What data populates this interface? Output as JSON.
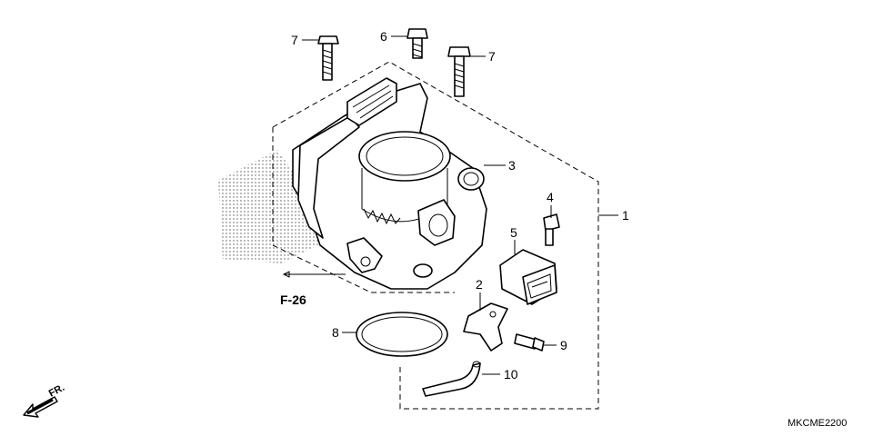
{
  "diagram": {
    "callouts": {
      "c1": "1",
      "c2": "2",
      "c3": "3",
      "c4": "4",
      "c5": "5",
      "c6": "6",
      "c7a": "7",
      "c7b": "7",
      "c8": "8",
      "c9": "9",
      "c10": "10"
    },
    "reference_label": "F-26",
    "direction_label": "FR.",
    "diagram_code": "MKCME2200"
  }
}
